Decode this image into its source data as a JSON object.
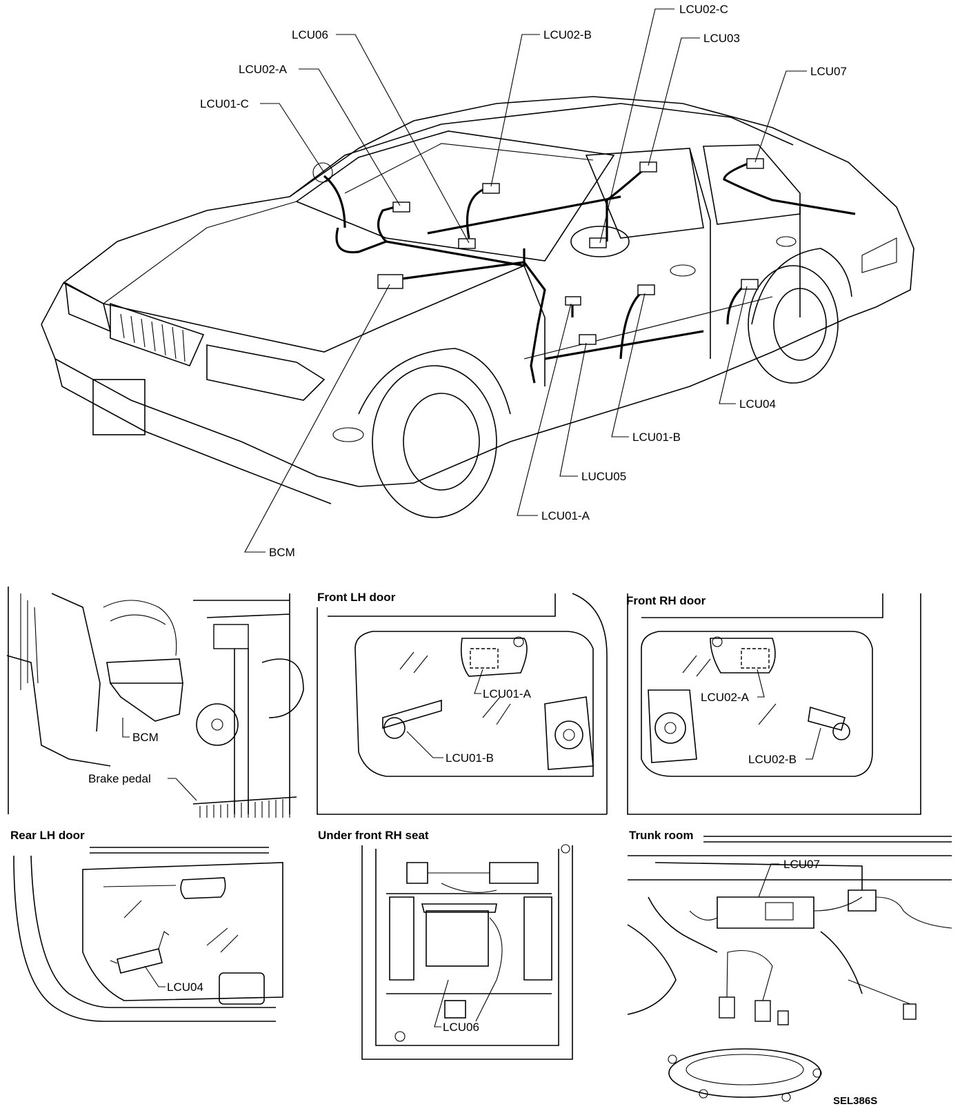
{
  "main_labels": {
    "lcu02c": "LCU02-C",
    "lcu06": "LCU06",
    "lcu02b": "LCU02-B",
    "lcu03": "LCU03",
    "lcu02a": "LCU02-A",
    "lcu07": "LCU07",
    "lcu01c": "LCU01-C",
    "lcu04": "LCU04",
    "lcu01b": "LCU01-B",
    "lucu05": "LUCU05",
    "lcu01a": "LCU01-A",
    "bcm": "BCM"
  },
  "panels": {
    "bcm_area": {
      "bcm": "BCM",
      "brake_pedal": "Brake pedal"
    },
    "front_lh_door": {
      "title": "Front LH door",
      "lcu01a": "LCU01-A",
      "lcu01b": "LCU01-B"
    },
    "front_rh_door": {
      "title": "Front RH door",
      "lcu02a": "LCU02-A",
      "lcu02b": "LCU02-B"
    },
    "rear_lh_door": {
      "title": "Rear LH door",
      "lcu04": "LCU04"
    },
    "under_seat": {
      "title": "Under front RH seat",
      "lcu06": "LCU06"
    },
    "trunk_room": {
      "title": "Trunk room",
      "lcu07": "LCU07"
    }
  },
  "figure_code": "SEL386S"
}
